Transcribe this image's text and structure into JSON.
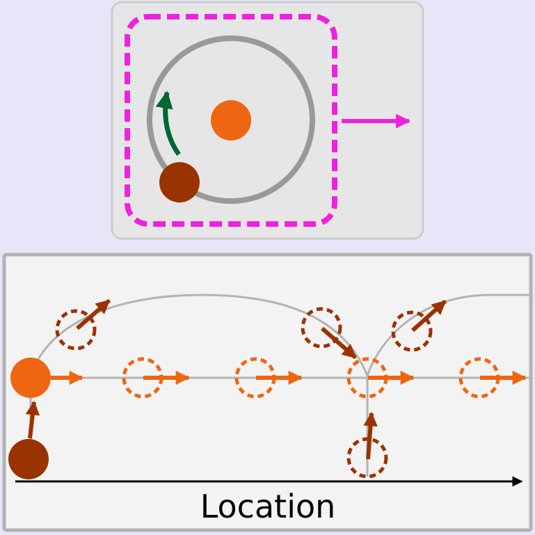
{
  "colors": {
    "page_background": "#e6e6f8",
    "inset_panel": "#e6e6e6",
    "inset_border": "#cccccc",
    "main_panel": "#f3f3f3",
    "main_border": "#b3b3b3",
    "frame_dashed": "#ee22dd",
    "orbit_ring": "#999999",
    "center_body": "#ee6611",
    "orbiting_body": "#993300",
    "rotation_arrow": "#006633",
    "trajectory": "#b3b3b3",
    "axis": "#000000"
  },
  "icons": {
    "frame_motion": "right-arrow",
    "rotation": "curved-arrow",
    "velocity": "arrow"
  },
  "axis": {
    "label": "Location"
  }
}
